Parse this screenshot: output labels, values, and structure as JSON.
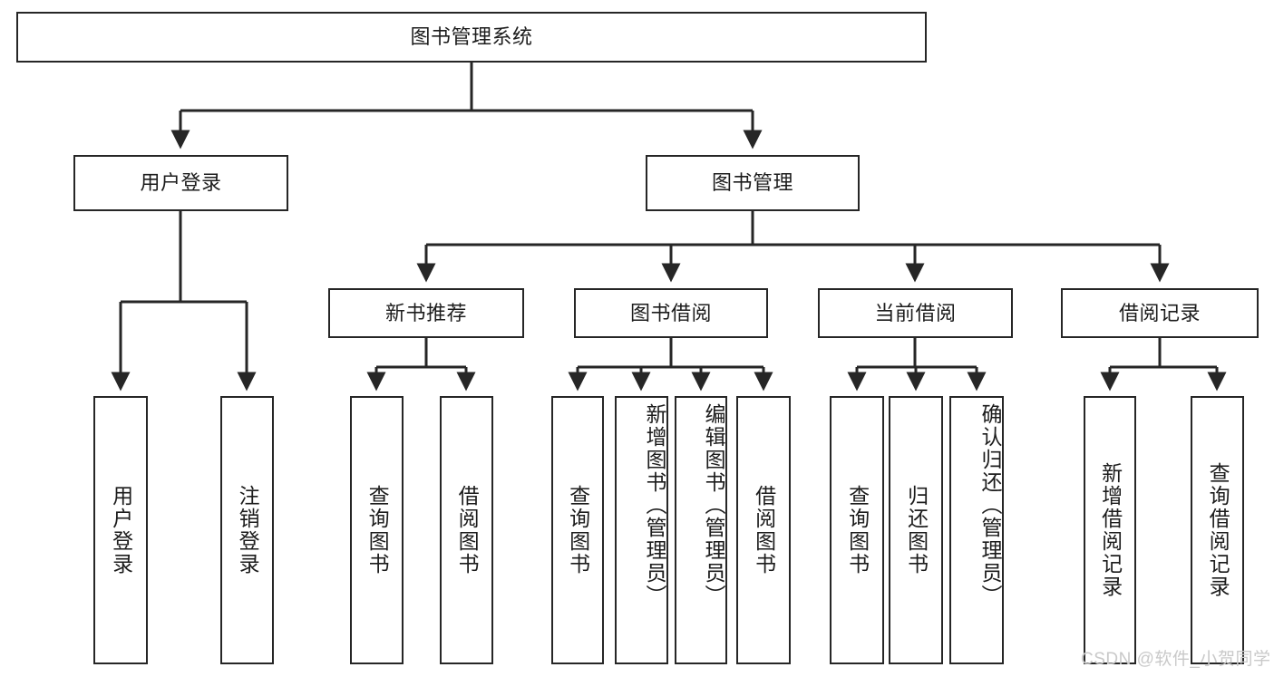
{
  "diagram": {
    "title": "图书管理系统",
    "type": "hierarchy-tree",
    "watermark": "CSDN @软件_小贺同学",
    "colors": {
      "stroke": "#262626",
      "fill": "#ffffff",
      "text": "#1c1c1c",
      "watermark": "#c9c9c9"
    },
    "levels": {
      "root": {
        "label": "图书管理系统"
      },
      "level2": [
        {
          "label": "用户登录"
        },
        {
          "label": "图书管理"
        }
      ],
      "level3": [
        {
          "label": "新书推荐"
        },
        {
          "label": "图书借阅"
        },
        {
          "label": "当前借阅"
        },
        {
          "label": "借阅记录"
        }
      ],
      "leaves": {
        "user_login": [
          {
            "label": "用户登录"
          },
          {
            "label": "注销登录"
          }
        ],
        "new_book_recommend": [
          {
            "label": "查询图书"
          },
          {
            "label": "借阅图书"
          }
        ],
        "book_borrow": [
          {
            "label": "查询图书"
          },
          {
            "label": "新增图书（管理员）"
          },
          {
            "label": "编辑图书（管理员）"
          },
          {
            "label": "借阅图书"
          }
        ],
        "current_borrow": [
          {
            "label": "查询图书"
          },
          {
            "label": "归还图书"
          },
          {
            "label": "确认归还（管理员）"
          }
        ],
        "borrow_record": [
          {
            "label": "新增借阅记录"
          },
          {
            "label": "查询借阅记录"
          }
        ]
      }
    }
  }
}
